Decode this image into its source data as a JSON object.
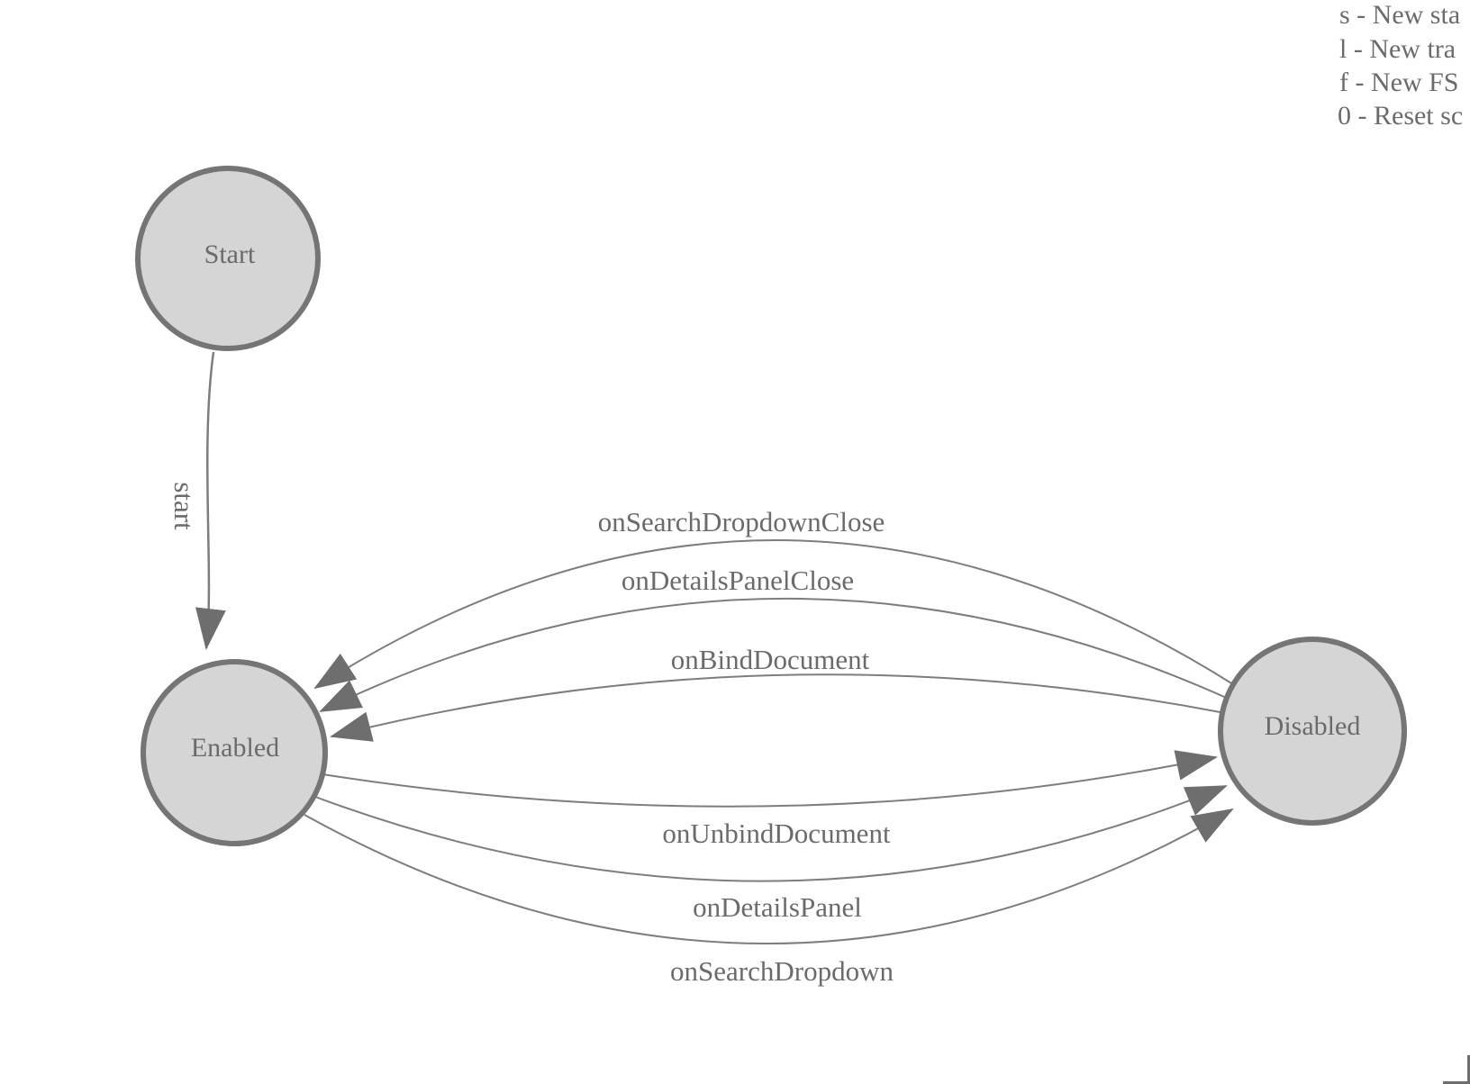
{
  "app": {
    "description": "Finite state machine designer canvas"
  },
  "colors": {
    "background": "#ffffff",
    "node_fill": "#d5d5d5",
    "node_stroke": "#757575",
    "edge_stroke": "#7d7d7d",
    "arrowhead_fill": "#6e6e6e",
    "text": "#6b6b6b"
  },
  "legend": {
    "lines": [
      "s - New sta",
      "l - New tra",
      "f - New FS",
      "0 - Reset sc"
    ]
  },
  "states": {
    "start": {
      "label": "Start"
    },
    "enabled": {
      "label": "Enabled"
    },
    "disabled": {
      "label": "Disabled"
    }
  },
  "transitions": {
    "start": {
      "label": "start",
      "from": "Start",
      "to": "Enabled"
    },
    "onSearchDropdownClose": {
      "label": "onSearchDropdownClose",
      "from": "Disabled",
      "to": "Enabled"
    },
    "onDetailsPanelClose": {
      "label": "onDetailsPanelClose",
      "from": "Disabled",
      "to": "Enabled"
    },
    "onBindDocument": {
      "label": "onBindDocument",
      "from": "Disabled",
      "to": "Enabled"
    },
    "onUnbindDocument": {
      "label": "onUnbindDocument",
      "from": "Enabled",
      "to": "Disabled"
    },
    "onDetailsPanel": {
      "label": "onDetailsPanel",
      "from": "Enabled",
      "to": "Disabled"
    },
    "onSearchDropdown": {
      "label": "onSearchDropdown",
      "from": "Enabled",
      "to": "Disabled"
    }
  }
}
